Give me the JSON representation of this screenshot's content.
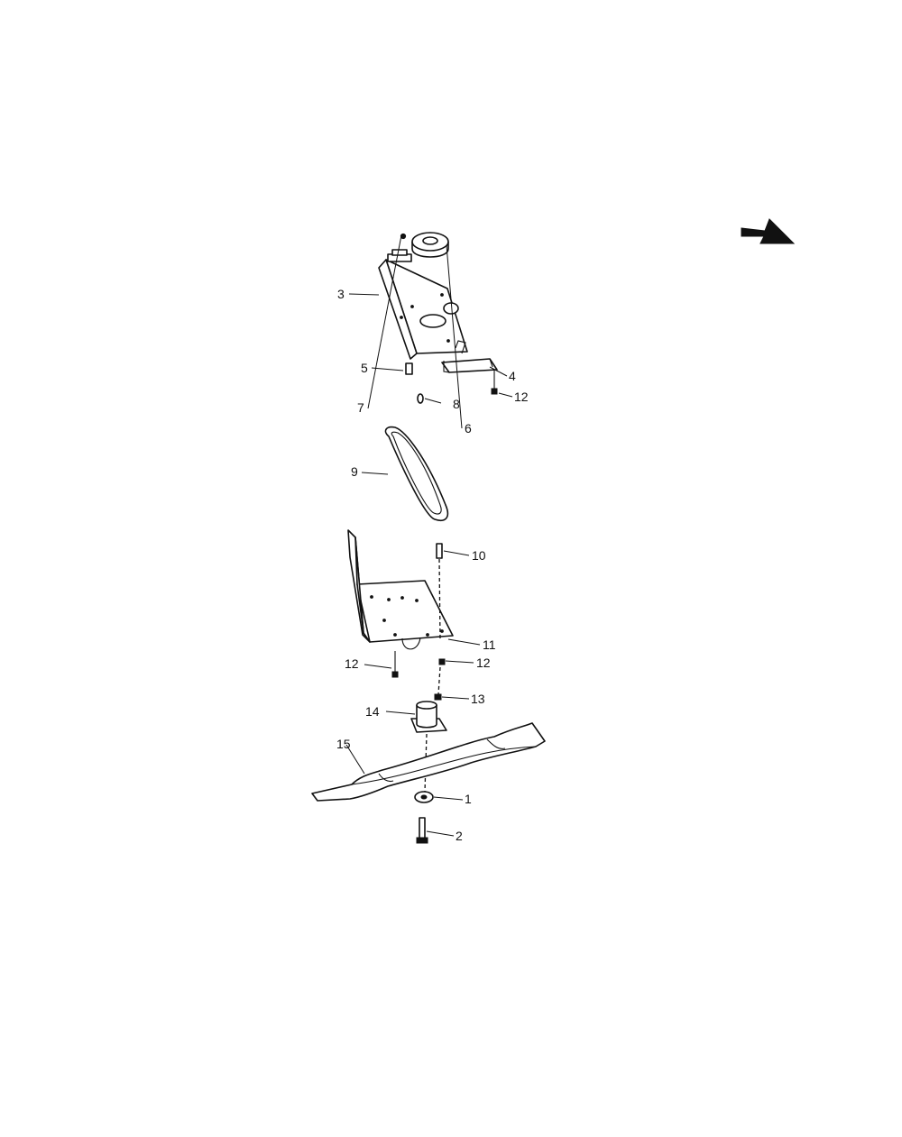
{
  "diagram": {
    "labels": [
      "1",
      "2",
      "3",
      "4",
      "5",
      "6",
      "7",
      "8",
      "9",
      "10",
      "11",
      "12",
      "13",
      "14",
      "15"
    ],
    "direction_arrow_icon": "arrow-down-right-icon"
  }
}
